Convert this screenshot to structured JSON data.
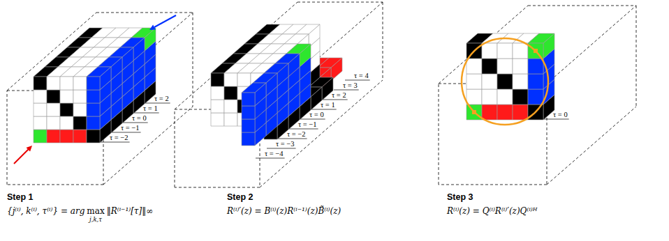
{
  "diagram": {
    "labels": [
      "τ = 2",
      "τ = 1",
      "τ = 0",
      "τ = −1",
      "τ = −2",
      "Step 1",
      "{j⁽ⁱ⁾, k⁽ⁱ⁾, τ⁽ⁱ⁾} = arg",
      "max",
      "j,k,τ",
      "‖R⁽ⁱ⁻¹⁾[τ]‖∞",
      "τ = 4",
      "τ = 3",
      "τ = 2",
      "τ = 1",
      "τ = 0",
      "τ = −1",
      "τ = −2",
      "τ = −3",
      "τ = −4",
      "Step 2",
      "R⁽ⁱ⁾′(z) = B⁽ⁱ⁾(z)R⁽ⁱ⁻¹⁾(z)B̃⁽ⁱ⁾(z)",
      "τ = 0",
      "Step 3",
      "R⁽ⁱ⁾(z) = Q⁽ⁱ⁾R⁽ⁱ⁾′(z)Q⁽ⁱ⁾ᴴ"
    ]
  }
}
